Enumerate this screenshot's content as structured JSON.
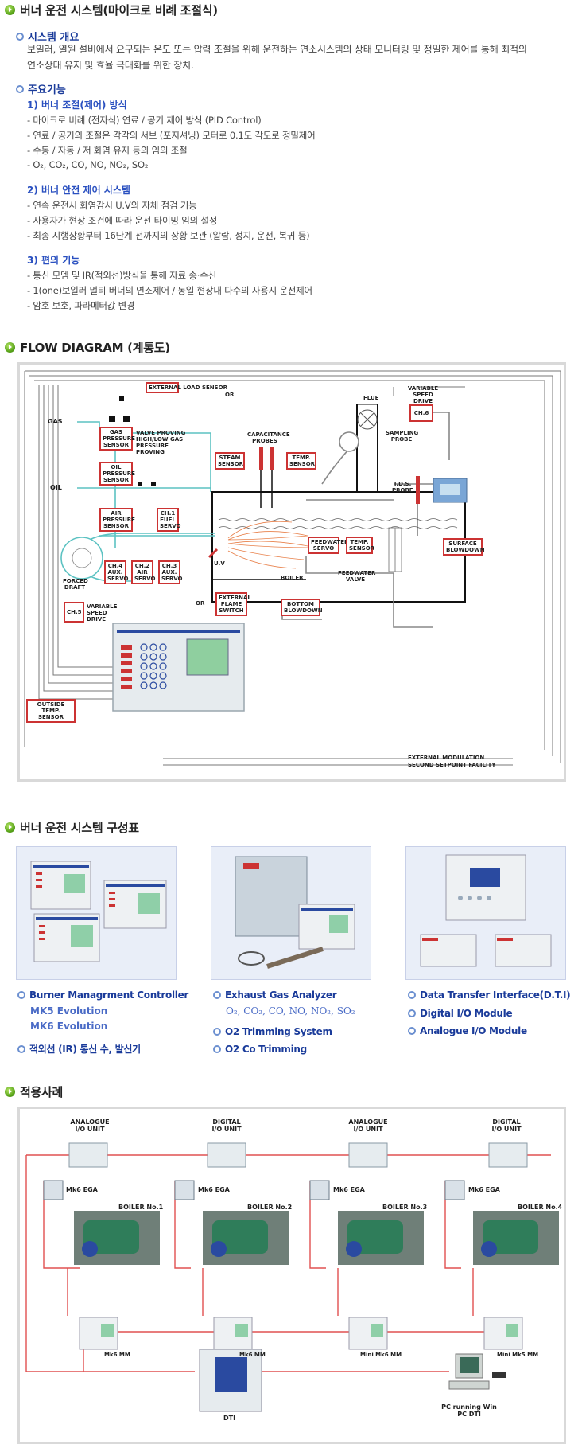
{
  "section1": {
    "title": "버너 운전 시스템(마이크로 비례 조절식)",
    "overview": {
      "heading": "시스템 개요",
      "lines": [
        "보일러, 열원 설비에서 요구되는 온도 또는 압력 조절을 위해 운전하는 연소시스템의 상태 모니터링 및 정밀한 제어를 통해 최적의",
        "연소상태 유지 및 효율 극대화를 위한 장치."
      ]
    },
    "functions": {
      "heading": "주요기능",
      "groups": [
        {
          "title": "1) 버너 조절(제어) 방식",
          "items": [
            "- 마이크로 비례 (전자식) 연료 / 공기 제어 방식 (PID Control)",
            "- 연료 / 공기의 조절은 각각의 서브 (포지셔닝) 모터로 0.1도 각도로 정밀제어",
            "- 수동 / 자동 / 저 화염 유지 등의 임의 조절",
            "- O₂, CO₂, CO, NO, NO₂, SO₂"
          ]
        },
        {
          "title": "2) 버너 안전 제어 시스템",
          "items": [
            "- 연속 운전시 화염감시 U.V의 자체 점검 기능",
            "- 사용자가 현장 조건에 따라 운전 타이밍 임의 설정",
            "- 최종 시행상황부터 16단계 전까지의 상황 보관 (알람, 정지, 운전, 복귀 등)"
          ]
        },
        {
          "title": "3) 편의 기능",
          "items": [
            "- 통신 모뎀 및 IR(적외선)방식을 통해 자료 송·수신",
            "- 1(one)보일러 멀티 버너의 연소제어 / 동일 현장내 다수의 사용시 운전제어",
            "- 암호 보호, 파라메터값 변경"
          ]
        }
      ]
    }
  },
  "section2": {
    "title": "FLOW DIAGRAM (계통도)",
    "labels": {
      "external_load_sensor": "EXTERNAL LOAD SENSOR",
      "or1": "OR",
      "flue": "FLUE",
      "vsd_top": "VARIABLE SPEED DRIVE",
      "ch6": "CH.6",
      "gas": "GAS",
      "gas_pressure_sensor": "GAS PRESSURE SENSOR",
      "valve_proving": "VALVE PROVING HIGH/LOW GAS PRESSURE PROVING",
      "capacitance_probes": "CAPACITANCE PROBES",
      "sampling_probe": "SAMPLING PROBE",
      "steam_sensor": "STEAM SENSOR",
      "temp_sensor1": "TEMP. SENSOR",
      "oil_pressure_sensor": "OIL PRESSURE SENSOR",
      "oil": "OIL",
      "tds_probe": "T.D.S. PROBE",
      "air_pressure_sensor": "AIR PRESSURE SENSOR",
      "ch1": "CH.1 FUEL SERVO",
      "feedwater_servo": "FEEDWATER SERVO",
      "temp_sensor2": "TEMP. SENSOR",
      "surface_blowdown": "SURFACE BLOWDOWN",
      "forced_draft": "FORCED DRAFT",
      "ch4": "CH.4 AUX. SERVO",
      "ch2": "CH.2 AIR SERVO",
      "ch3": "CH.3 AUX. SERVO",
      "uv": "U.V",
      "boiler": "BOILER",
      "feedwater_valve": "FEEDWATER VALVE",
      "or2": "OR",
      "external_flame_switch": "EXTERNAL FLAME SWITCH",
      "bottom_blowdown": "BOTTOM BLOWDOWN",
      "ch5": "CH.5",
      "vsd_left": "VARIABLE SPEED DRIVE",
      "outside_temp_sensor": "OUTSIDE TEMP. SENSOR",
      "external_modulation": "EXTERNAL MODULATION",
      "second_setpoint": "SECOND SETPOINT FACILITY"
    }
  },
  "section3": {
    "title": "버너 운전 시스템 구성표",
    "col1": {
      "item1": "Burner Managrment Controller",
      "sub1": "MK5 Evolution",
      "sub2": "MK6 Evolution",
      "item2": "적외선 (IR) 통신 수, 발신기"
    },
    "col2": {
      "item1": "Exhaust Gas Analyzer",
      "sub1": "O₂, CO₂, CO, NO, NO₂, SO₂",
      "item2": "O2 Trimming System",
      "item3": "O2 Co Trimming"
    },
    "col3": {
      "item1": "Data Transfer Interface(D.T.I)",
      "item2": "Digital I/O Module",
      "item3": "Analogue I/O Module"
    }
  },
  "section4": {
    "title": "적용사례",
    "labels": {
      "analogue1": "ANALOGUE I/O UNIT",
      "digital1": "DIGITAL I/O UNIT",
      "analogue2": "ANALOGUE I/O UNIT",
      "digital2": "DIGITAL I/O UNIT",
      "ega1": "Mk6 EGA",
      "ega2": "Mk6 EGA",
      "ega3": "Mk6 EGA",
      "ega4": "Mk6 EGA",
      "boiler1": "BOILER No.1",
      "boiler2": "BOILER No.2",
      "boiler3": "BOILER No.3",
      "boiler4": "BOILER No.4",
      "mm1": "Mk6 MM",
      "mm2": "Mk6 MM",
      "mm3": "Mini Mk6 MM",
      "mm4": "Mini Mk5 MM",
      "dti": "DTI",
      "pc": "PC running Win PC DTI"
    }
  }
}
